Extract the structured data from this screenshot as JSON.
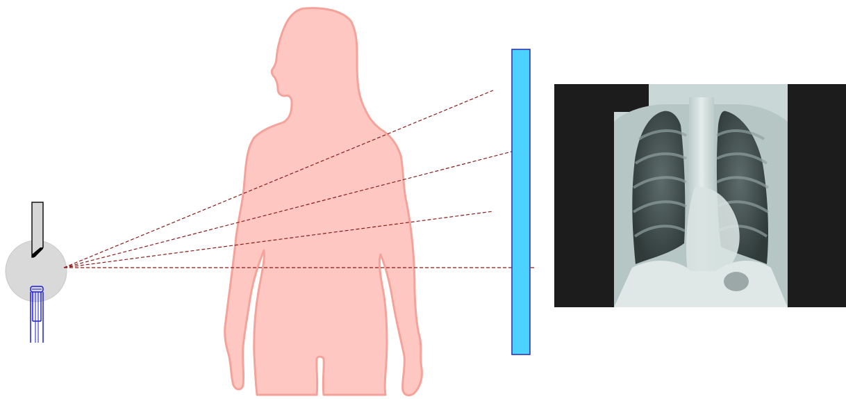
{
  "colors": {
    "background": "#ffffff",
    "tube_housing": "#d9d9d9",
    "tube_housing_stroke": "#c8c8c8",
    "anode_fill": "#d6d6d6",
    "anode_target": "#000000",
    "cathode_stroke": "#1a1adf",
    "beam": "#8b1a1a",
    "body_fill": "#ffc7c2",
    "body_stroke": "#f4a29a",
    "detector_fill": "#4dd2ff",
    "detector_stroke": "#2a2aa8",
    "xray_background": "#1c1c1c",
    "xray_tissue": "#c9d7d6",
    "xray_lung": "#3c4a49"
  },
  "icons": {
    "source": "xray-tube-icon",
    "subject": "human-silhouette-icon",
    "detector": "detector-plate-icon",
    "result": "chest-radiograph-image"
  },
  "beams": {
    "count": 4,
    "style": "dashed"
  }
}
